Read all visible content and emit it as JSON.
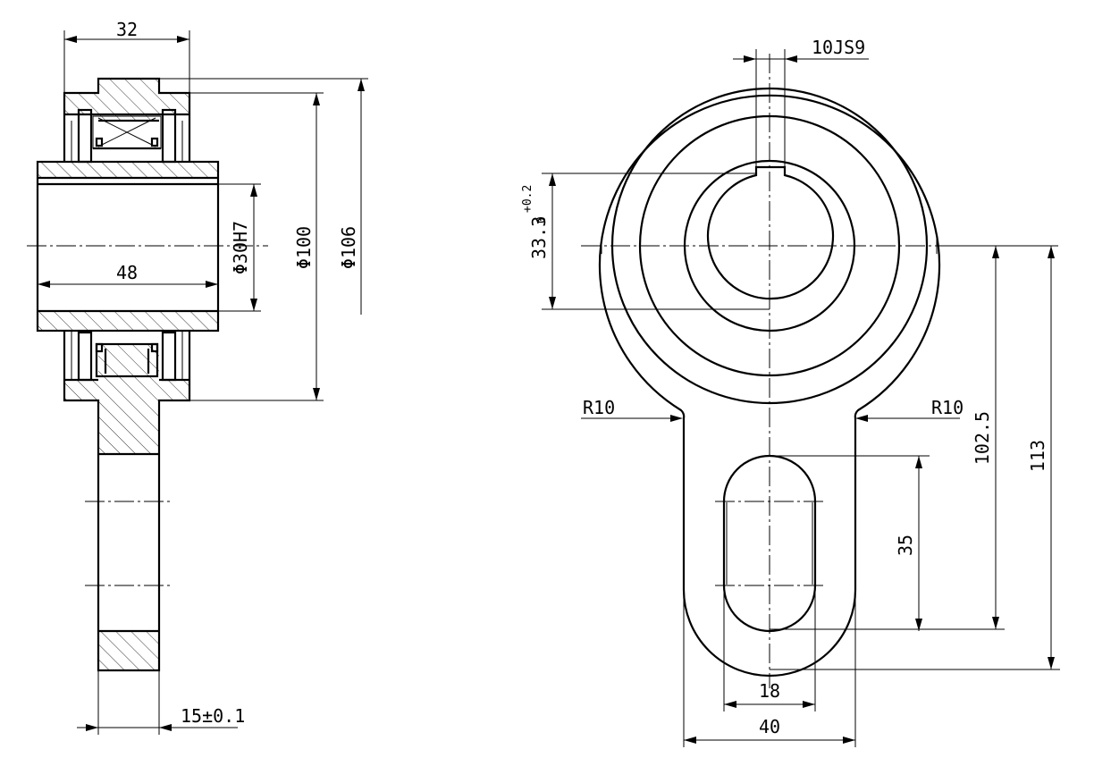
{
  "drawing": {
    "side_view": {
      "dimensions": {
        "width_top": "32",
        "length_bore": "48",
        "bore_dia": "Φ30H7",
        "outer_dia_100": "Φ100",
        "outer_dia_106": "Φ106",
        "arm_thickness": "15±0.1"
      }
    },
    "front_view": {
      "dimensions": {
        "keyway": "10JS9",
        "keyway_depth": "33.3",
        "keyway_tol_upper": "+0.2",
        "keyway_tol_lower": "0",
        "radius_left": "R10",
        "radius_right": "R10",
        "center_to_slot": "102.5",
        "overall_length": "113",
        "slot_length": "35",
        "slot_width": "18",
        "arm_width": "40"
      }
    }
  }
}
